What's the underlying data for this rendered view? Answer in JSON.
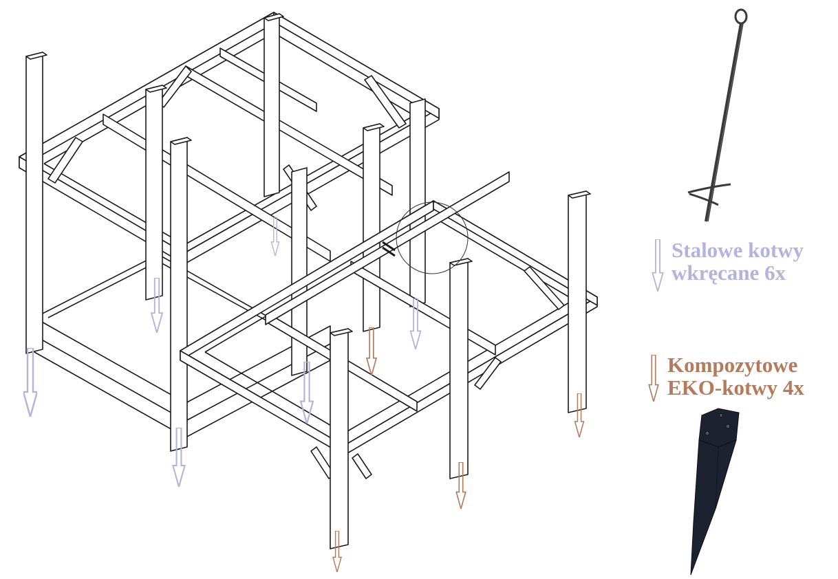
{
  "legend": {
    "steel": {
      "line1": "Stalowe kotwy",
      "line2": "wkręcane 6x",
      "color": "#b3b3dc",
      "count": 6
    },
    "composite": {
      "line1": "Kompozytowe",
      "line2": "EKO-kotwy 4x",
      "color": "#b57a5a",
      "count": 4
    }
  },
  "colors": {
    "frame_stroke": "#1a1a1a",
    "frame_fill": "#ffffff",
    "steel_anchor_image": "#3a3a3a",
    "composite_anchor_image": "#1c2230"
  }
}
